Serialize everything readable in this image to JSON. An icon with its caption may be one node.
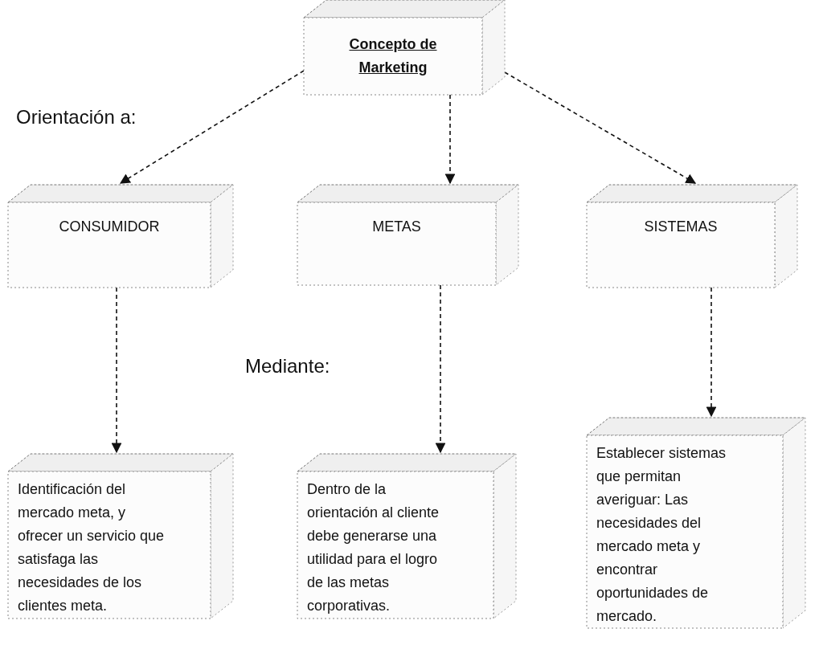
{
  "diagram": {
    "nodes": [
      {
        "text": [
          "Concepto de Marketing"
        ]
      },
      {
        "text": [
          "CONSUMIDOR"
        ]
      },
      {
        "text": [
          "METAS"
        ]
      },
      {
        "text": [
          "SISTEMAS"
        ]
      },
      {
        "text": [
          "Identificación del mercado meta, y ofrecer un servicio que satisfaga las necesidades de los clientes meta."
        ]
      },
      {
        "text": [
          "Dentro de la orientación al cliente debe generarse una utilidad para el logro de las metas corporativas."
        ]
      },
      {
        "text": [
          "Establecer sistemas que permitan averiguar: Las necesidades del mercado meta y encontrar oportunidades de mercado."
        ]
      }
    ],
    "edges": [
      {
        "from": 0,
        "to": 1,
        "arrow": "to",
        "style": "dashed"
      },
      {
        "from": 0,
        "to": 2,
        "arrow": "to",
        "style": "dashed"
      },
      {
        "from": 0,
        "to": 3,
        "arrow": "to",
        "style": "dashed"
      },
      {
        "from": 1,
        "to": 4,
        "arrow": "to",
        "style": "dashed"
      },
      {
        "from": 2,
        "to": 5,
        "arrow": "to",
        "style": "dashed"
      },
      {
        "from": 3,
        "to": 6,
        "arrow": "to",
        "style": "dashed"
      }
    ],
    "labels": [
      "Orientación a:",
      "Mediante:"
    ]
  }
}
